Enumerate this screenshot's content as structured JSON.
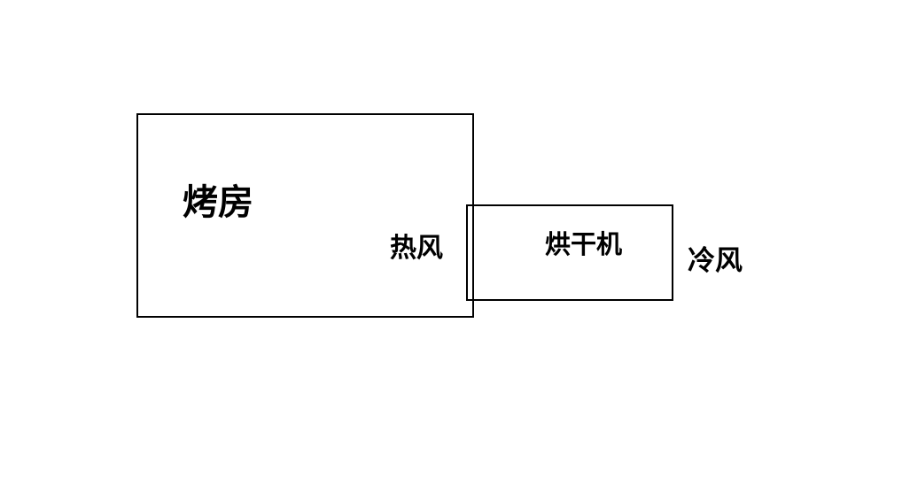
{
  "diagram": {
    "room_label": "烤房",
    "hot_air_label": "热风",
    "dryer_label": "烘干机",
    "cold_air_label": "冷风"
  }
}
